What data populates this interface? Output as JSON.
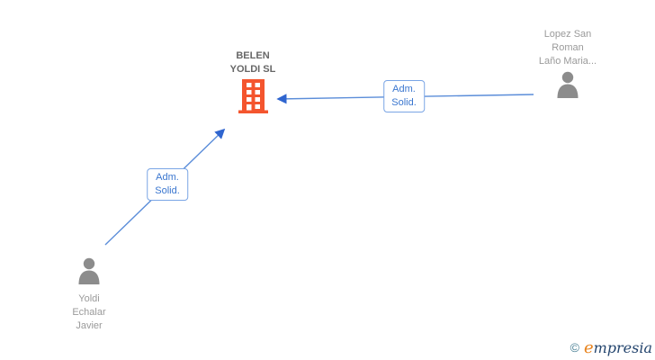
{
  "diagram": {
    "company": {
      "name_lines": [
        "BELEN",
        "YOLDI SL"
      ]
    },
    "persons": {
      "lopez": {
        "name_lines": [
          "Lopez San",
          "Roman",
          "Laño Maria..."
        ]
      },
      "yoldi": {
        "name_lines": [
          "Yoldi",
          "Echalar",
          "Javier"
        ]
      }
    },
    "edges": {
      "lopez_to_company": {
        "label_lines": [
          "Adm.",
          "Solid."
        ]
      },
      "yoldi_to_company": {
        "label_lines": [
          "Adm.",
          "Solid."
        ]
      }
    }
  },
  "watermark": {
    "copyright": "©",
    "brand_initial": "e",
    "brand_rest": "mpresia"
  },
  "colors": {
    "edge_blue": "#5b8dd9",
    "arrowhead_blue": "#2f65cf",
    "label_border_blue": "#7aa5e5",
    "label_text_blue": "#3a76cf",
    "building_orange": "#f4552e",
    "person_gray": "#8c8c8c",
    "company_text_gray": "#676767",
    "person_text_gray": "#9a9a9a",
    "logo_copyright_teal": "#4a8095",
    "logo_initial_orange": "#e8831d",
    "logo_text_navy": "#24456e"
  }
}
